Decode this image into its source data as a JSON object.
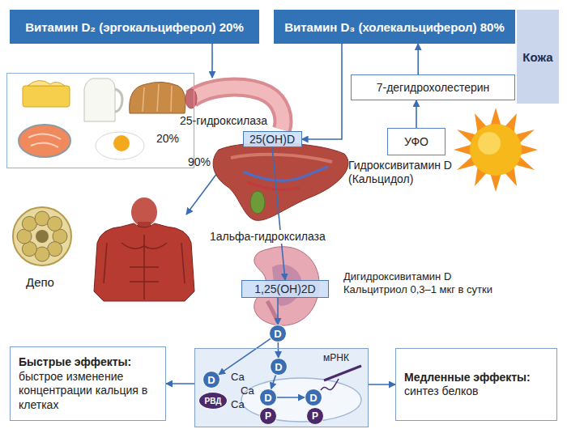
{
  "diagram": {
    "nodes": [
      {
        "text": [
          "Витамин D₂ (эргокальциферол) 20%"
        ]
      },
      {
        "text": [
          "Витамин D₃ (холекальциферол) 80%"
        ]
      },
      {
        "text": [
          "Кожа"
        ]
      },
      {
        "text": [
          "7-дегидрохолестерин"
        ]
      },
      {
        "text": [
          "УФО"
        ]
      },
      {
        "text": [
          "20%"
        ]
      },
      {
        "text": [
          "25(OH)D"
        ]
      },
      {
        "text": [
          "1,25(OH)2D"
        ]
      },
      {
        "text": [
          "D"
        ]
      },
      {
        "text": [
          "мРНК"
        ]
      },
      {
        "text": [
          "D"
        ],
        "in": 9
      },
      {
        "text": [
          "РВД"
        ],
        "in": 9
      },
      {
        "text": [
          "D"
        ],
        "in": 9
      },
      {
        "text": [
          "D"
        ],
        "in": 9
      },
      {
        "text": [
          "P"
        ],
        "in": 9
      },
      {
        "text": [
          "D"
        ],
        "in": 9
      },
      {
        "text": [
          "P"
        ],
        "in": 9
      },
      {
        "text": [
          "Быстрые эффекты:",
          "быстрое изменение концентрации кальция в клетках"
        ]
      },
      {
        "text": [
          "Медленные эффекты:",
          "синтез белков"
        ]
      }
    ],
    "edges": [
      {
        "from": 4,
        "to": 3,
        "arrow": "to"
      },
      {
        "from": 3,
        "to": 1,
        "arrow": "to"
      },
      {
        "from": 1,
        "to": 6,
        "arrow": "to"
      },
      {
        "from": 6,
        "to": 7,
        "arrow": "to"
      },
      {
        "from": 7,
        "to": 8,
        "arrow": "to"
      },
      {
        "from": 8,
        "to": 10,
        "arrow": "to"
      },
      {
        "from": 8,
        "to": 12,
        "arrow": "to"
      },
      {
        "from": 12,
        "to": 13,
        "arrow": "to"
      },
      {
        "from": 13,
        "to": 15,
        "arrow": "to"
      },
      {
        "from": 9,
        "to": 17,
        "arrow": "to"
      },
      {
        "from": 9,
        "to": 18,
        "arrow": "to"
      }
    ],
    "labels": [
      "25-гидроксилаза",
      "90%",
      "Гидроксивитамин D (Кальцидол)",
      "Депо",
      "1альфа-гидроксилаза",
      "Дигидроксивитамин D Кальцитриол 0,3–1 мкг в сутки",
      "Ca",
      "Ca",
      "Ca"
    ]
  }
}
